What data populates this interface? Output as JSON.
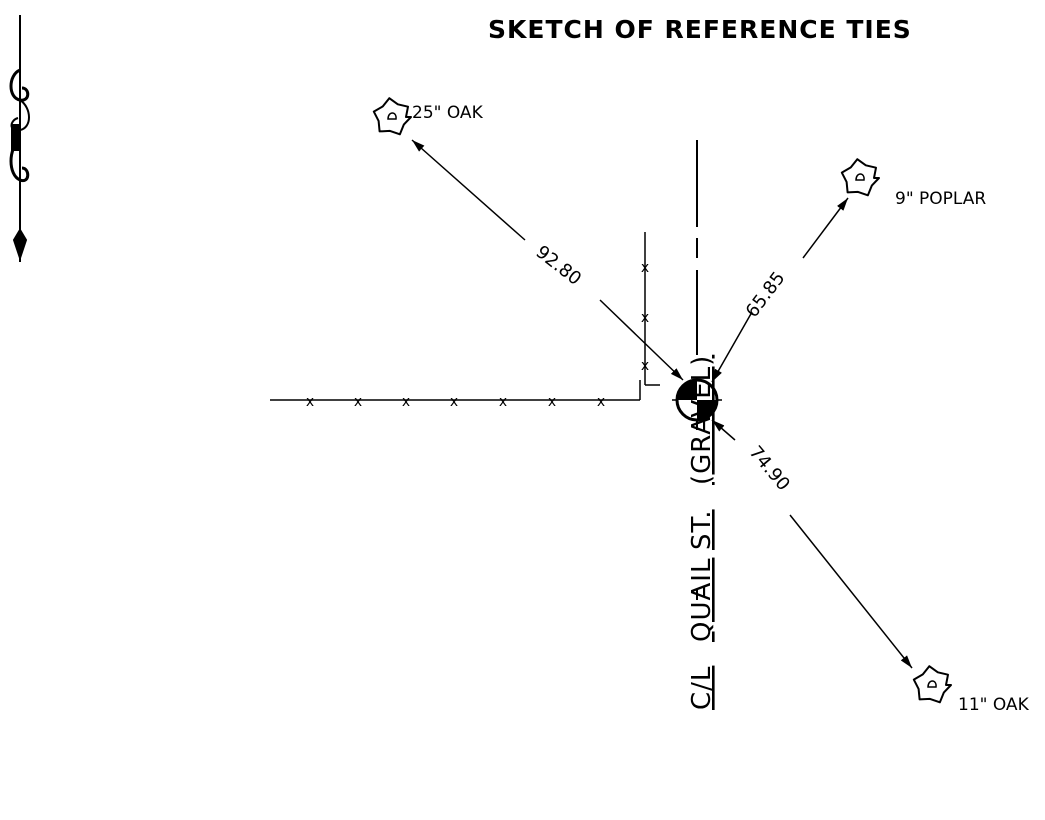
{
  "title": "SKETCH OF REFERENCE TIES",
  "trees": [
    {
      "label": "25\" OAK"
    },
    {
      "label": "9\" POPLAR"
    },
    {
      "label": "11\" OAK"
    }
  ],
  "ties": [
    {
      "value": "92.80"
    },
    {
      "value": "65.85"
    },
    {
      "value": "74.90"
    }
  ],
  "road": {
    "line1": "(GRAVEL)",
    "line2": "ST.",
    "line3": "QUAIL",
    "line4": "C/L"
  },
  "fence": {
    "marker": "x"
  }
}
